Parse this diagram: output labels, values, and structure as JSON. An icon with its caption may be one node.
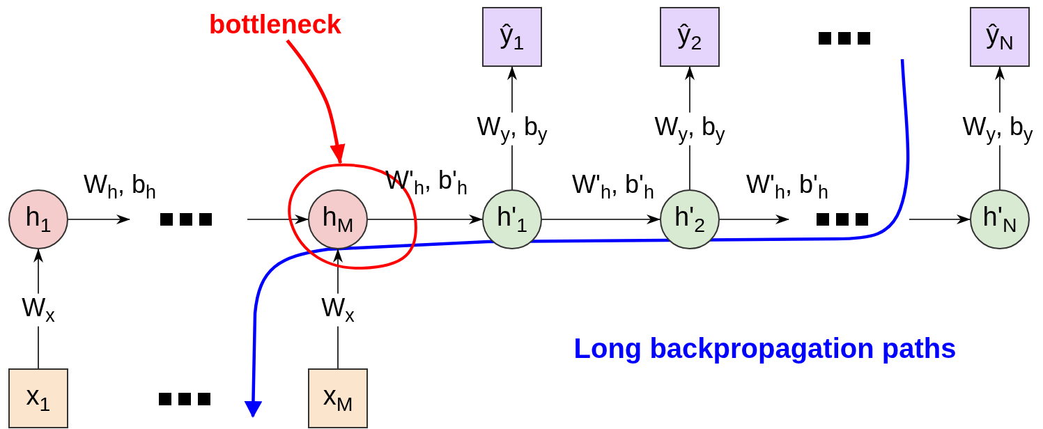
{
  "diagram": {
    "nodes": [
      {
        "text": [
          "h$_{1}$"
        ]
      },
      {
        "text": [],
        "shape": "circle"
      },
      {
        "text": [
          "h$_{M}$"
        ],
        "in": 1
      },
      {
        "text": [
          "h'$_{1}$"
        ]
      },
      {
        "text": [
          "h'$_{2}$"
        ]
      },
      {
        "text": [
          "h'$_{N}$"
        ]
      },
      {
        "text": [
          "x$_{1}$"
        ]
      },
      {
        "text": [
          "x$_{M}$"
        ]
      },
      {
        "text": [
          "ŷ$_{1}$"
        ]
      },
      {
        "text": [
          "ŷ$_{2}$"
        ]
      },
      {
        "text": [
          "ŷ$_{N}$"
        ]
      },
      {
        "text": [
          "bottleneck"
        ]
      },
      {
        "text": [
          "Long backpropagation paths"
        ]
      }
    ],
    "edges": [
      {
        "from": 0,
        "to": null,
        "arrow": "to",
        "label": "W$_{h}$, b$_{h}$"
      },
      {
        "from": null,
        "to": 2,
        "arrow": "to"
      },
      {
        "from": 2,
        "to": 3,
        "arrow": "to",
        "label": "W'$_{h}$, b'$_{h}$"
      },
      {
        "from": 3,
        "to": 4,
        "arrow": "to",
        "label": "W'$_{h}$, b'$_{h}$"
      },
      {
        "from": 4,
        "to": null,
        "arrow": "to",
        "label": "W'$_{h}$, b'$_{h}$"
      },
      {
        "from": null,
        "to": 5,
        "arrow": "to"
      },
      {
        "from": 6,
        "to": 0,
        "arrow": "to",
        "label": "W$_{x}$"
      },
      {
        "from": 7,
        "to": 2,
        "arrow": "to",
        "label": "W$_{x}$"
      },
      {
        "from": 3,
        "to": 8,
        "arrow": "to",
        "label": "W$_{y}$, b$_{y}$"
      },
      {
        "from": 4,
        "to": 9,
        "arrow": "to",
        "label": "W$_{y}$, b$_{y}$"
      },
      {
        "from": 5,
        "to": 10,
        "arrow": "to",
        "label": "W$_{y}$, b$_{y}$"
      },
      {
        "from": 11,
        "to": 1,
        "arrow": "to",
        "style": "thick",
        "color": "#ff0000"
      }
    ]
  }
}
